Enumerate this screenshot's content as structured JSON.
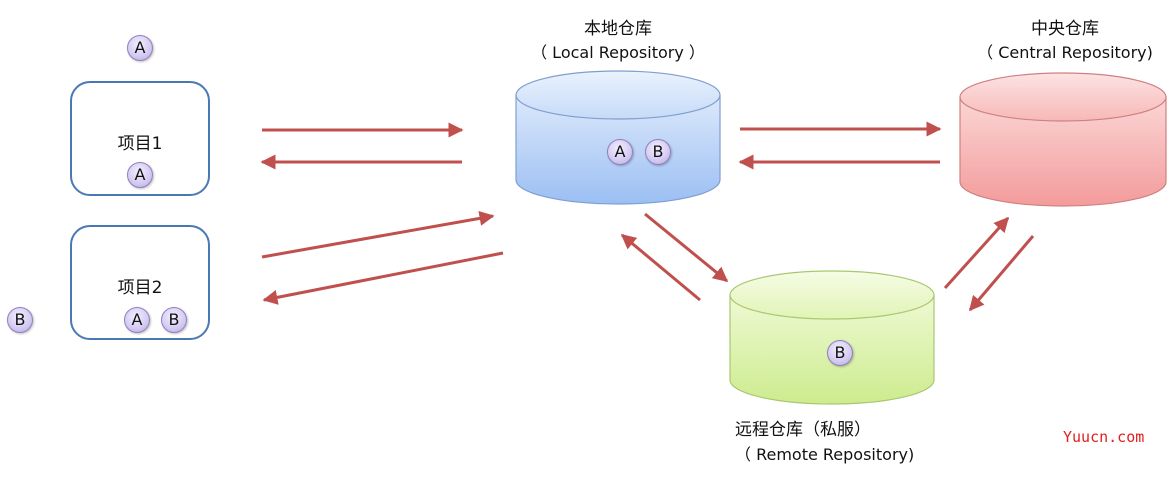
{
  "local_repo": {
    "title": "本地仓库",
    "subtitle": "（ Local Repository ）",
    "items": [
      "A",
      "B"
    ]
  },
  "central_repo": {
    "title": "中央仓库",
    "subtitle": "（ Central Repository)"
  },
  "remote_repo": {
    "title": "远程仓库（私服）",
    "subtitle": "（ Remote Repository)",
    "items": [
      "B"
    ]
  },
  "project1": {
    "title": "项目1",
    "items": [
      "A"
    ]
  },
  "project2": {
    "title": "项目2",
    "items": [
      "A",
      "B"
    ]
  },
  "floating_badges": {
    "top": "A",
    "left": "B"
  },
  "watermark": "Yuucn.com",
  "colors": {
    "local": "#a8c8f4",
    "central": "#f6a8a8",
    "remote": "#d8f0a0",
    "arrow": "#c0504d",
    "box_border": "#4a78b4"
  }
}
